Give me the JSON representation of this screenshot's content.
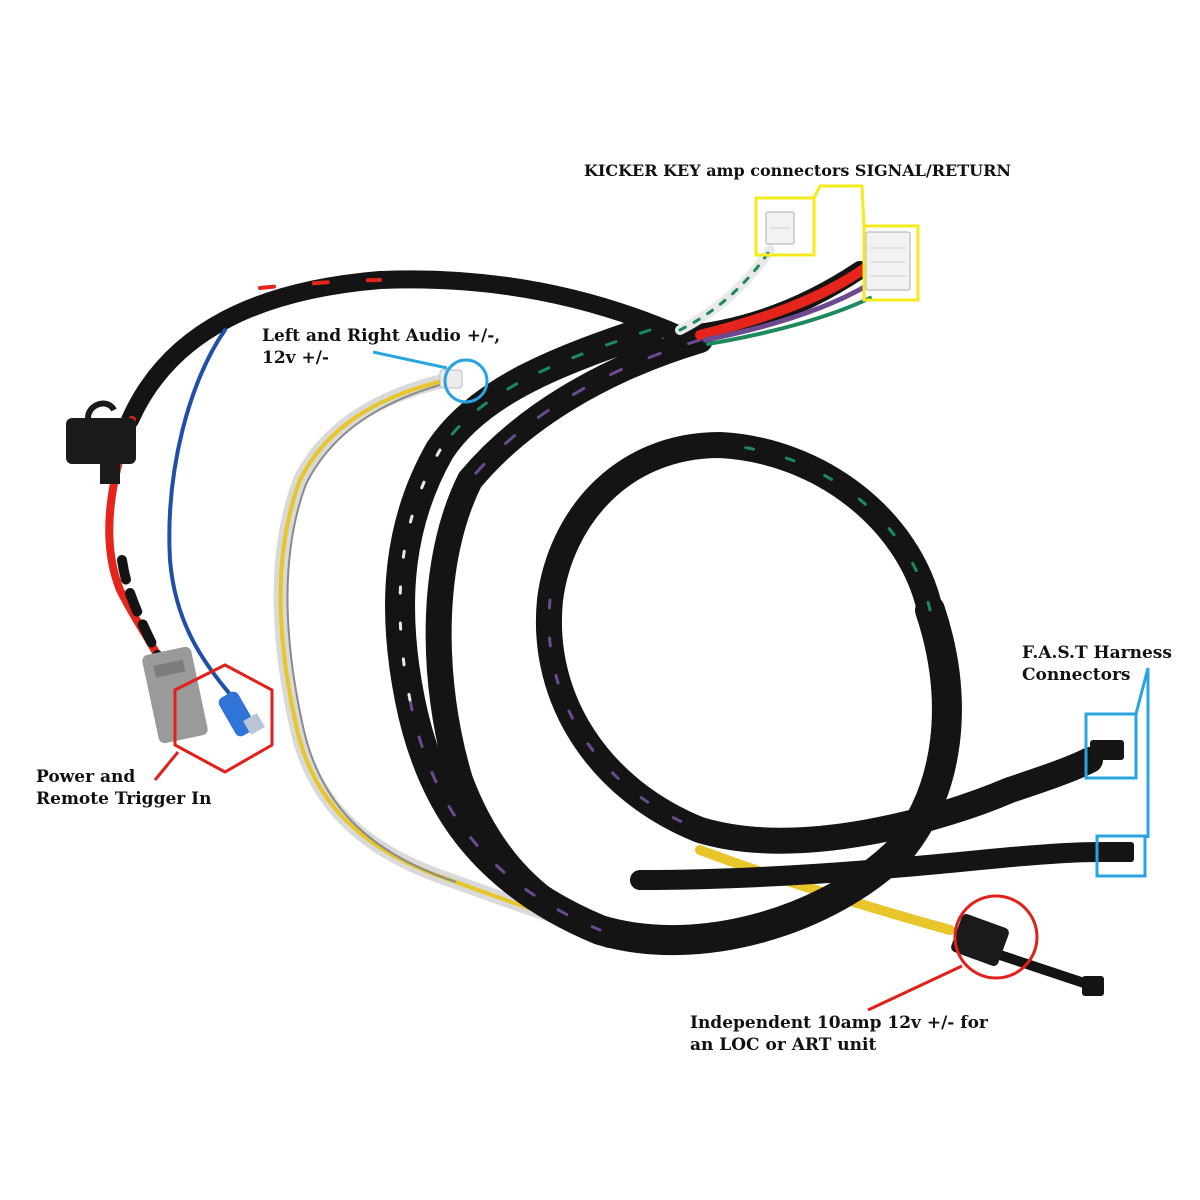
{
  "labels": {
    "kicker": "KICKER KEY amp connectors SIGNAL/RETURN",
    "audio": "Left and Right Audio +/-,\n12v +/-",
    "power": "Power and\nRemote Trigger In",
    "fast": "F.A.S.T Harness\nConnectors",
    "independent": "Independent 10amp 12v +/- for\nan LOC or ART unit"
  },
  "colors": {
    "sleeve": "#141414",
    "red_wire": "#e5251b",
    "blue_wire": "#1f4fa8",
    "yellow_wire": "#e8c62a",
    "green_accent": "#1d8a5e",
    "purple_accent": "#6d4a8f",
    "white_wire": "#e9e9e9",
    "callout_yellow": "#f5ea1a",
    "callout_blue": "#2aa4e0",
    "callout_red": "#e0201b",
    "connector_grey": "#9a9a9a",
    "connector_white": "#f2f2f2",
    "blue_terminal": "#2f74d6"
  }
}
